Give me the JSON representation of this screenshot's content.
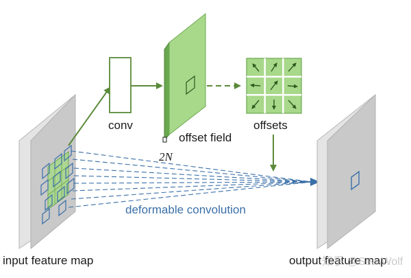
{
  "labels": {
    "conv": "conv",
    "offset_field": "offset field",
    "two_n": "2N",
    "offsets": "offsets",
    "deformable_convolution": "deformable convolution",
    "input_feature_map": "input feature map",
    "output_feature_map": "output feature map",
    "watermark": "知乎 @Sea-Wolf"
  },
  "colors": {
    "green_arrow": "#5a8a3a",
    "green_fill": "#a8d88a",
    "green_dark": "#6aa84f",
    "blue": "#3a6fa8",
    "grey_front": "#c8c8c8",
    "grey_side": "#e2e2e2",
    "text": "#1a1a1a"
  },
  "offset_grid_arrows": [
    "up-left",
    "up-right",
    "up-right",
    "left",
    "up-right",
    "right",
    "down-left",
    "down",
    "down-right"
  ]
}
